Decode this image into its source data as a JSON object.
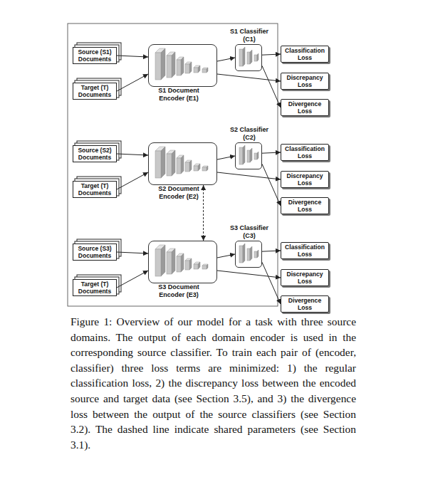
{
  "diagram": {
    "caption": "Figure 1: Overview of our model for a task with three source domains. The output of each domain encoder is used in the corresponding source classifier. To train each pair of (encoder, classifier) three loss terms are minimized: 1) the regular classification loss, 2) the discrepancy loss between the encoded source and target data (see Section 3.5), and 3) the divergence loss between the output of the source classifiers (see Section 3.2). The dashed line indicate shared parameters (see Section 3.1).",
    "nodes": [
      {
        "text": [
          "Source (S1) Documents"
        ]
      },
      {
        "text": [
          "Target (T) Documents"
        ]
      },
      {
        "text": [
          "S1 Document Encoder (E1)"
        ]
      },
      {
        "text": [
          "S1 Classifier (C1)"
        ]
      },
      {
        "text": [
          "Classification Loss"
        ]
      },
      {
        "text": [
          "Discrepancy Loss"
        ]
      },
      {
        "text": [
          "Divergence Loss"
        ]
      },
      {
        "text": [
          "Source (S2) Documents"
        ]
      },
      {
        "text": [
          "Target (T) Documents"
        ]
      },
      {
        "text": [
          "S2 Document Encoder (E2)"
        ]
      },
      {
        "text": [
          "S2 Classifier (C2)"
        ]
      },
      {
        "text": [
          "Classification Loss"
        ]
      },
      {
        "text": [
          "Discrepancy Loss"
        ]
      },
      {
        "text": [
          "Divergence Loss"
        ]
      },
      {
        "text": [
          "Source (S3) Documents"
        ]
      },
      {
        "text": [
          "Target (T) Documents"
        ]
      },
      {
        "text": [
          "S3 Document Encoder (E3)"
        ]
      },
      {
        "text": [
          "S3 Classifier (C3)"
        ]
      },
      {
        "text": [
          "Classification Loss"
        ]
      },
      {
        "text": [
          "Discrepancy Loss"
        ]
      },
      {
        "text": [
          "Divergence Loss"
        ]
      }
    ],
    "edges": [
      {
        "from": 0,
        "to": 2,
        "arrow": "to"
      },
      {
        "from": 1,
        "to": 2,
        "arrow": "to"
      },
      {
        "from": 2,
        "to": 3,
        "arrow": "to"
      },
      {
        "from": 2,
        "to": 5,
        "arrow": "to"
      },
      {
        "from": 3,
        "to": 4,
        "arrow": "to"
      },
      {
        "from": 3,
        "to": 6,
        "arrow": "to"
      },
      {
        "from": 7,
        "to": 9,
        "arrow": "to"
      },
      {
        "from": 8,
        "to": 9,
        "arrow": "to"
      },
      {
        "from": 9,
        "to": 10,
        "arrow": "to"
      },
      {
        "from": 9,
        "to": 12,
        "arrow": "to"
      },
      {
        "from": 10,
        "to": 11,
        "arrow": "to"
      },
      {
        "from": 10,
        "to": 13,
        "arrow": "to"
      },
      {
        "from": 14,
        "to": 16,
        "arrow": "to"
      },
      {
        "from": 15,
        "to": 16,
        "arrow": "to"
      },
      {
        "from": 16,
        "to": 17,
        "arrow": "to"
      },
      {
        "from": 16,
        "to": 19,
        "arrow": "to"
      },
      {
        "from": 17,
        "to": 18,
        "arrow": "to"
      },
      {
        "from": 17,
        "to": 20,
        "arrow": "to"
      },
      {
        "from": 9,
        "to": 16,
        "arrow": "both"
      }
    ]
  }
}
